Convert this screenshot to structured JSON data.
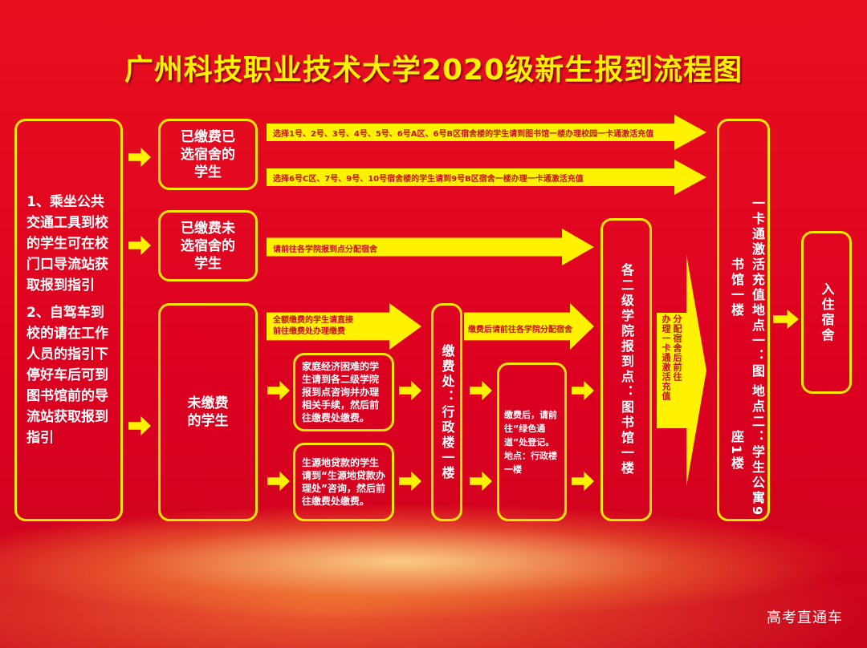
{
  "title": "广州科技职业技术大学2020级新生报到流程图",
  "left_box": {
    "line1": "1、乘坐公共交通工具到校的学生可在校门口导流站获取报到指引",
    "line2": "2、自驾车到校的请在工作人员的指引下停好车后可到图书馆前的导流站获取报到指引"
  },
  "groups": {
    "paid_selected": "已缴费已选宿舍的学生",
    "paid_unselected": "已缴费未选宿舍的学生",
    "unpaid": "未缴费的学生"
  },
  "arrows": {
    "a1": "选择1号、2号、3号、4号、5号、6号A区、6号B区宿舍楼的学生请到图书馆一楼办理校园一卡通激活充值",
    "a2": "选择6号C区、7号、9号、10号宿舍楼的学生请到9号B区宿舍一楼办理一卡通激活充值",
    "a3": "请前往各学院报到点分配宿舍",
    "a4_1": "全额缴费的学生请直接",
    "a4_2": "前往缴费处办理缴费",
    "a5": "缴费后请前往各学院分配宿舍",
    "a6_1": "分配宿舍后前往",
    "a6_2": "办理一卡通激活充值"
  },
  "hardship": "家庭经济困难的学生请到各二级学院报到点咨询并办理相关手续，然后前往缴费处缴费。",
  "loan": "生源地贷款的学生请到“生源地贷款办理处”咨询，然后前往缴费处缴费。",
  "payment_office": "缴费处：行政楼一楼",
  "green_channel": "缴费后，请前往“绿色通道”处登记。地点：行政楼一楼",
  "college_point": "各二级学院报到点：图书馆一楼",
  "card_loc1": "一卡通激活充值地点一：图书馆一楼",
  "card_loc2": "地点二：学生公寓9座1楼",
  "final": "入住宿舍",
  "watermark": "高考直通车"
}
